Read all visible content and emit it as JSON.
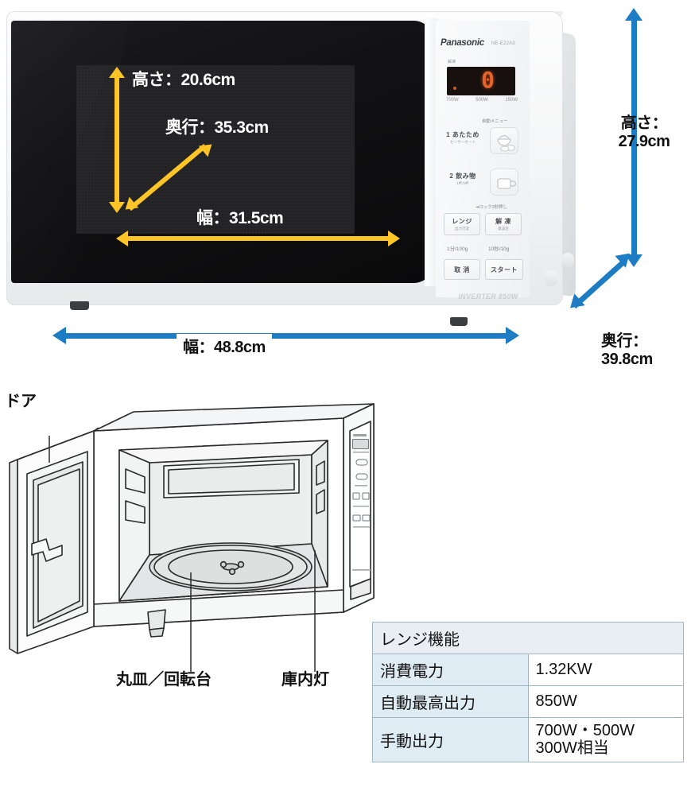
{
  "product": {
    "brand": "Panasonic",
    "model": "NE-E22A3",
    "inverter_badge": "INVERTER 850W",
    "display_value": "0",
    "display_label": "解凍",
    "power_levels": [
      "700W",
      "500W",
      "150W"
    ],
    "auto_menu_label": "自動メニュー",
    "lock_note": "ロック3秒押し",
    "buttons": [
      {
        "main": "1 あたため",
        "sub": "センサーオート"
      },
      {
        "main": "2 飲み物",
        "sub": "1杯/2杯"
      },
      {
        "main": "レンジ",
        "sub": "出力可変"
      },
      {
        "main": "解 凍",
        "sub": "量設定"
      },
      {
        "main": "取 消",
        "sub": ""
      },
      {
        "main": "スタート",
        "sub": ""
      }
    ],
    "step_labels": [
      "1分/100g",
      "10秒/10g"
    ]
  },
  "exterior_dimensions": [
    {
      "name": "height",
      "label": "高さ：",
      "value": "27.9cm"
    },
    {
      "name": "depth",
      "label": "奥行：",
      "value": "39.8cm"
    },
    {
      "name": "width",
      "label": "幅：48.8cm",
      "value": ""
    }
  ],
  "interior_dimensions": [
    {
      "name": "interior-height",
      "text": "高さ：20.6cm"
    },
    {
      "name": "interior-depth",
      "text": "奥行：35.3cm"
    },
    {
      "name": "interior-width",
      "text": "幅：31.5cm"
    }
  ],
  "diagram_labels": {
    "door": "ドア",
    "turntable": "丸皿／回転台",
    "oven_lamp": "庫内灯"
  },
  "spec_table": {
    "title": "レンジ機能",
    "rows": [
      {
        "key": "消費電力",
        "value_line1": "1.32KW",
        "value_line2": ""
      },
      {
        "key": "自動最高出力",
        "value_line1": "850W",
        "value_line2": ""
      },
      {
        "key": "手動出力",
        "value_line1": "700W・500W",
        "value_line2": "300W相当"
      }
    ]
  },
  "colors": {
    "arrow_interior": "#FFC425",
    "arrow_exterior": "#1D7CC4",
    "table_key_bg": "#DFECF4",
    "table_border": "#9FB6C6"
  }
}
